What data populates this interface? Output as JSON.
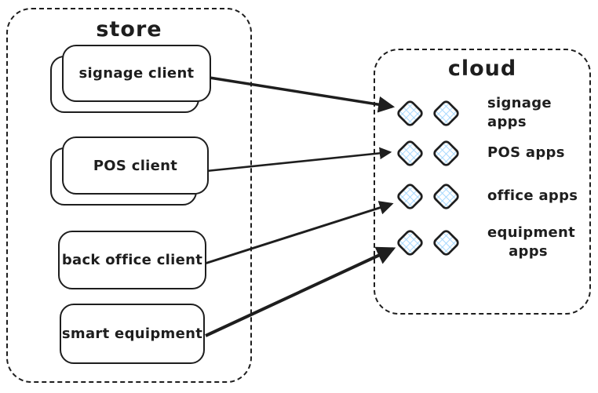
{
  "diagram": {
    "background_color": "#ffffff",
    "stroke_color": "#1e1e1e",
    "diamond_hatch_color": "#a5d8ff"
  },
  "store": {
    "title": "store",
    "boxes": [
      {
        "label": "signage client",
        "stacked": true
      },
      {
        "label": "POS client",
        "stacked": true
      },
      {
        "label": "back office client",
        "stacked": false
      },
      {
        "label": "smart equipment",
        "stacked": false
      }
    ]
  },
  "cloud": {
    "title": "cloud",
    "groups": [
      {
        "label": "signage apps",
        "icon": "diamond-app-icon",
        "icon_count": 2
      },
      {
        "label": "POS apps",
        "icon": "diamond-app-icon",
        "icon_count": 2
      },
      {
        "label": "office apps",
        "icon": "diamond-app-icon",
        "icon_count": 2
      },
      {
        "label": "equipment apps",
        "icon": "diamond-app-icon",
        "icon_count": 2
      }
    ]
  },
  "connections": [
    {
      "from": "signage client",
      "to": "signage apps"
    },
    {
      "from": "POS client",
      "to": "POS apps"
    },
    {
      "from": "back office client",
      "to": "office apps"
    },
    {
      "from": "smart equipment",
      "to": "equipment apps"
    }
  ]
}
